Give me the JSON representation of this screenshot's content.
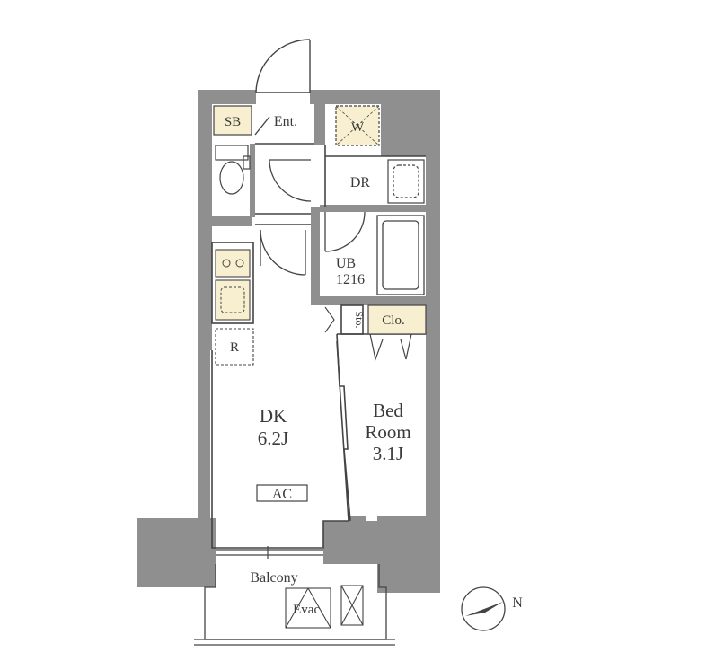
{
  "rooms": {
    "sb": "SB",
    "entrance": "Ent.",
    "washer": "W",
    "dressing": "DR",
    "bath": {
      "line1": "UB",
      "line2": "1216"
    },
    "storage": "Sto.",
    "closet": "Clo.",
    "refrigerator": "R",
    "dk": {
      "line1": "DK",
      "line2": "6.2J"
    },
    "bedroom": {
      "line1": "Bed",
      "line2": "Room",
      "line3": "3.1J"
    },
    "ac": "AC",
    "balcony": "Balcony",
    "evacuation": "Evac."
  },
  "compass": {
    "north_label": "N"
  },
  "colors": {
    "wall": "#8f8f8f",
    "storage_fill": "#f7efcf",
    "line": "#444444"
  }
}
